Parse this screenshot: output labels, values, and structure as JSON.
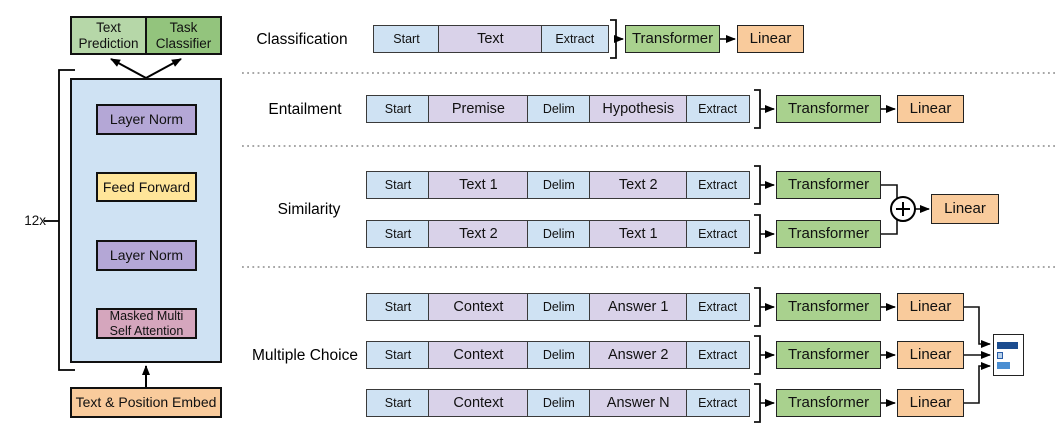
{
  "left_model": {
    "text_prediction": "Text Prediction",
    "task_classifier": "Task Classifier",
    "repeat": "12x",
    "layer_norm_1": "Layer Norm",
    "feed_forward": "Feed Forward",
    "layer_norm_2": "Layer Norm",
    "masked_attention_line1": "Masked Multi",
    "masked_attention_line2": "Self Attention",
    "embed": "Text & Position Embed"
  },
  "tasks": {
    "classification": {
      "label": "Classification",
      "cells": [
        "Start",
        "Text",
        "Extract"
      ],
      "transformer": "Transformer",
      "linear": "Linear"
    },
    "entailment": {
      "label": "Entailment",
      "cells": [
        "Start",
        "Premise",
        "Delim",
        "Hypothesis",
        "Extract"
      ],
      "transformer": "Transformer",
      "linear": "Linear"
    },
    "similarity": {
      "label": "Similarity",
      "row1_cells": [
        "Start",
        "Text 1",
        "Delim",
        "Text 2",
        "Extract"
      ],
      "row2_cells": [
        "Start",
        "Text 2",
        "Delim",
        "Text 1",
        "Extract"
      ],
      "transformer": "Transformer",
      "linear": "Linear"
    },
    "multiple_choice": {
      "label": "Multiple Choice",
      "row1_cells": [
        "Start",
        "Context",
        "Delim",
        "Answer 1",
        "Extract"
      ],
      "row2_cells": [
        "Start",
        "Context",
        "Delim",
        "Answer 2",
        "Extract"
      ],
      "row3_cells": [
        "Start",
        "Context",
        "Delim",
        "Answer N",
        "Extract"
      ],
      "transformer": "Transformer",
      "linear": "Linear",
      "output_bar_widths": [
        21,
        6,
        13
      ]
    }
  },
  "colors": {
    "light_green": "#b6d7a8",
    "green": "#93c47d",
    "transformer_green": "#a9d18e",
    "light_blue": "#cfe2f3",
    "purple": "#b4a7d6",
    "light_purple": "#d9d2e9",
    "yellow": "#ffe599",
    "pink": "#d5a6bd",
    "orange": "#f9cb9c",
    "bar_dark": "#1b4c8f",
    "bar_pale": "#b8d1ea",
    "bar_mid": "#4a8ed2"
  }
}
